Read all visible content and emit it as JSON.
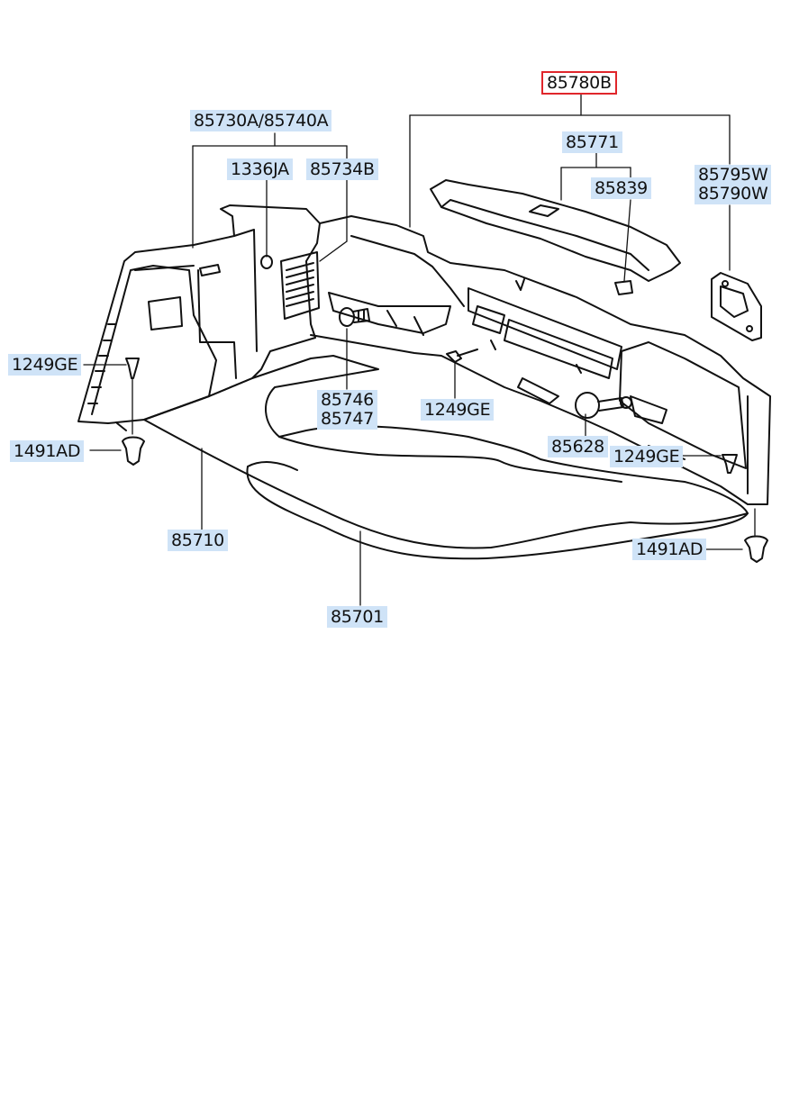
{
  "diagram": {
    "title_part": "85780B",
    "parts": {
      "p_85730A_85740A": "85730A/85740A",
      "p_1336JA": "1336JA",
      "p_85734B": "85734B",
      "p_85771": "85771",
      "p_85839": "85839",
      "p_85795W": "85795W",
      "p_85790W": "85790W",
      "p_1249GE_left": "1249GE",
      "p_1491AD_left": "1491AD",
      "p_85746": "85746",
      "p_85747": "85747",
      "p_1249GE_mid": "1249GE",
      "p_85628": "85628",
      "p_1249GE_right": "1249GE",
      "p_85710": "85710",
      "p_1491AD_right": "1491AD",
      "p_85701": "85701"
    }
  },
  "colors": {
    "label_bg": "#cfe3f7",
    "highlight_border": "#e0262b",
    "line": "#111111"
  }
}
